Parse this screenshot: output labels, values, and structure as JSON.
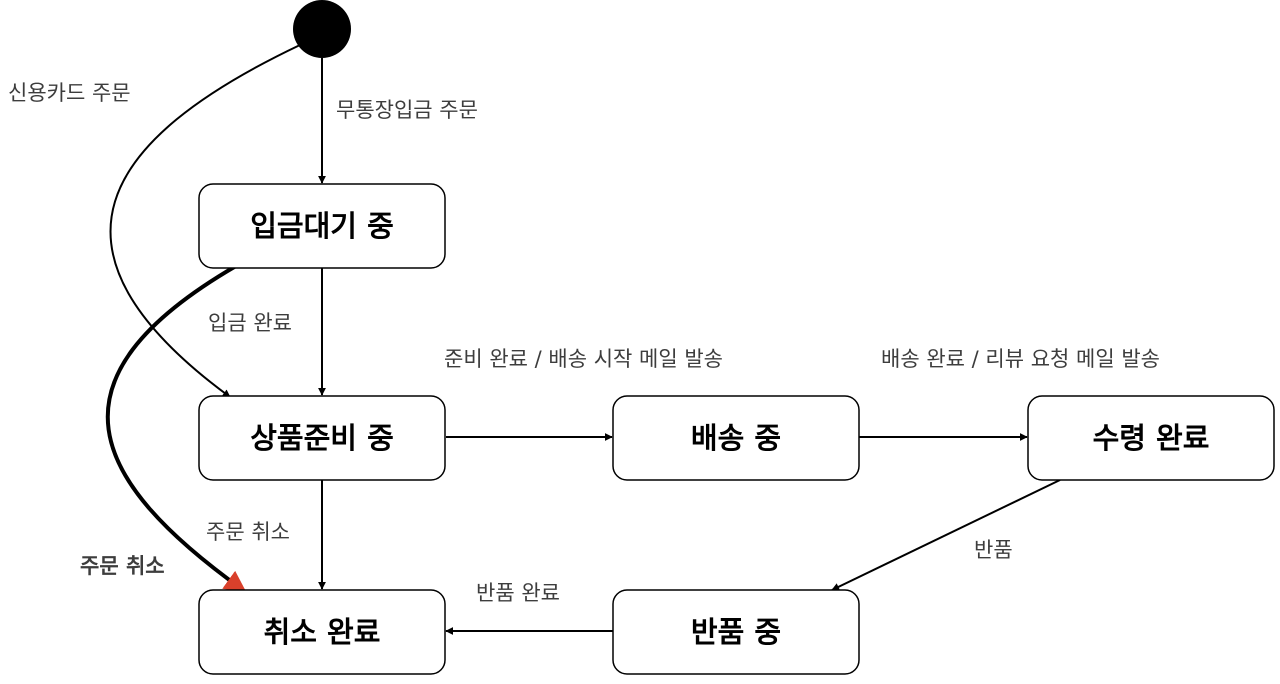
{
  "colors": {
    "stroke": "#000000",
    "label": "#3d3d3d",
    "highlight_stroke": "#d9402b",
    "highlight_label": "#b3301f"
  },
  "states": {
    "awaiting_deposit": "입금대기 중",
    "preparing": "상품준비 중",
    "shipping": "배송 중",
    "received": "수령 완료",
    "cancelled": "취소 완료",
    "returning": "반품 중"
  },
  "transitions": {
    "credit_card_order": "신용카드 주문",
    "bank_transfer_order": "무통장입금 주문",
    "deposit_complete": "입금 완료",
    "prep_complete": "준비 완료 / 배송 시작 메일 발송",
    "delivery_complete": "배송 완료 / 리뷰 요청 메일 발송",
    "cancel_from_preparing": "주문 취소",
    "cancel_from_awaiting": "주문 취소",
    "return_request": "반품",
    "return_complete": "반품 완료"
  }
}
